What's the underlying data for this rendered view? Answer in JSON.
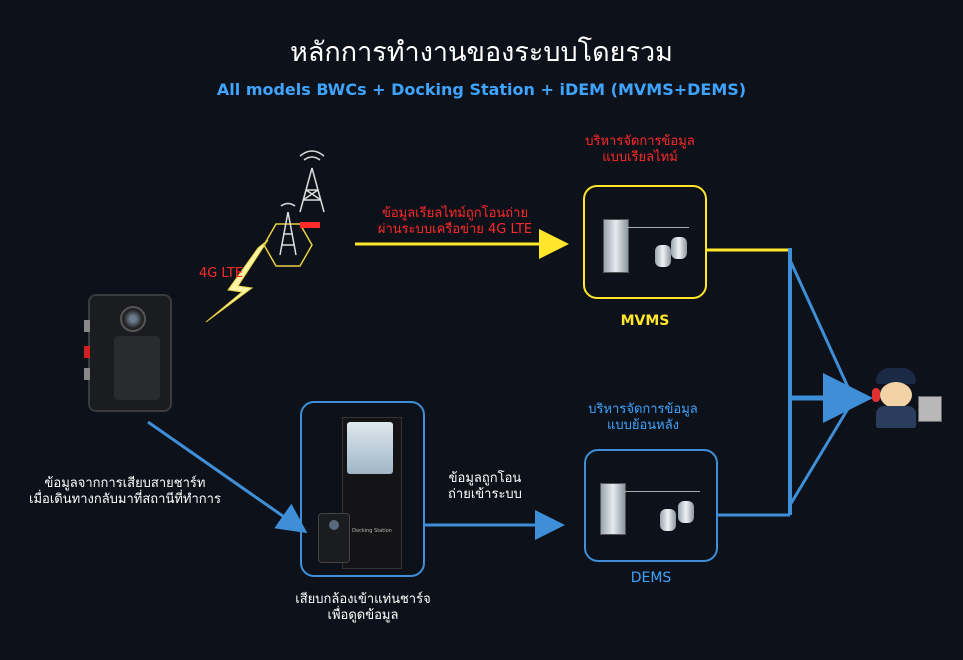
{
  "title": "หลักการทำงานของระบบโดยรวม",
  "subtitle": "All models BWCs + Docking Station + iDEM (MVMS+DEMS)",
  "labels": {
    "lte": "4G LTE",
    "realtime_transfer_line1": "ข้อมูลเรียลไทม์ถูกโอนถ่าย",
    "realtime_transfer_line2": "ผ่านระบบเครือข่าย 4G LTE",
    "realtime_mgmt_line1": "บริหารจัดการข้อมูล",
    "realtime_mgmt_line2": "แบบเรียลไทม์",
    "mvms": "MVMS",
    "backoffice_mgmt_line1": "บริหารจัดการข้อมูล",
    "backoffice_mgmt_line2": "แบบย้อนหลัง",
    "dems": "DEMS",
    "upload_line1": "ข้อมูลถูกโอน",
    "upload_line2": "ถ่ายเข้าระบบ",
    "patrol_line1": "ข้อมูลจากการเสียบสายชาร์ท",
    "patrol_line2": "เมื่อเดินทางกลับมาที่สถานีที่ทำการ",
    "dock_line1": "เสียบกล้องเข้าแท่นชาร์จ",
    "dock_line2": "เพื่อดูดข้อมูล",
    "dock_brand": "Docking Station"
  },
  "colors": {
    "subtitle": "#3fa4ff",
    "realtime": "#ffe62a",
    "alert": "#ff2a2a",
    "flow": "#3f8fd8",
    "background": "#0d1119"
  }
}
